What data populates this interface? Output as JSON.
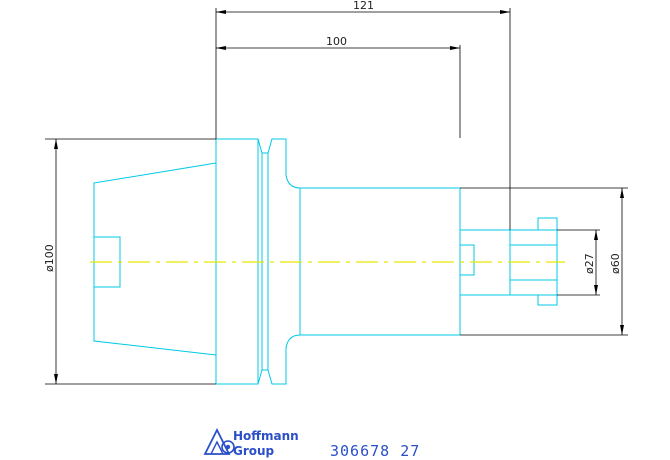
{
  "drawing": {
    "dimensions": {
      "overall_length": "121",
      "body_length": "100",
      "flange_diameter": "ø100",
      "tip_diameter": "ø27",
      "body_diameter": "ø60"
    },
    "colors": {
      "outline": "#00c8e6",
      "dimension": "#000000",
      "centerline": "#e6e600",
      "logo": "#2a4fc8"
    }
  },
  "footer": {
    "brand_line1": "Hoffmann",
    "brand_line2": "Group",
    "part_number": "306678 27",
    "logo_icon": "hoffmann-logo-icon"
  }
}
